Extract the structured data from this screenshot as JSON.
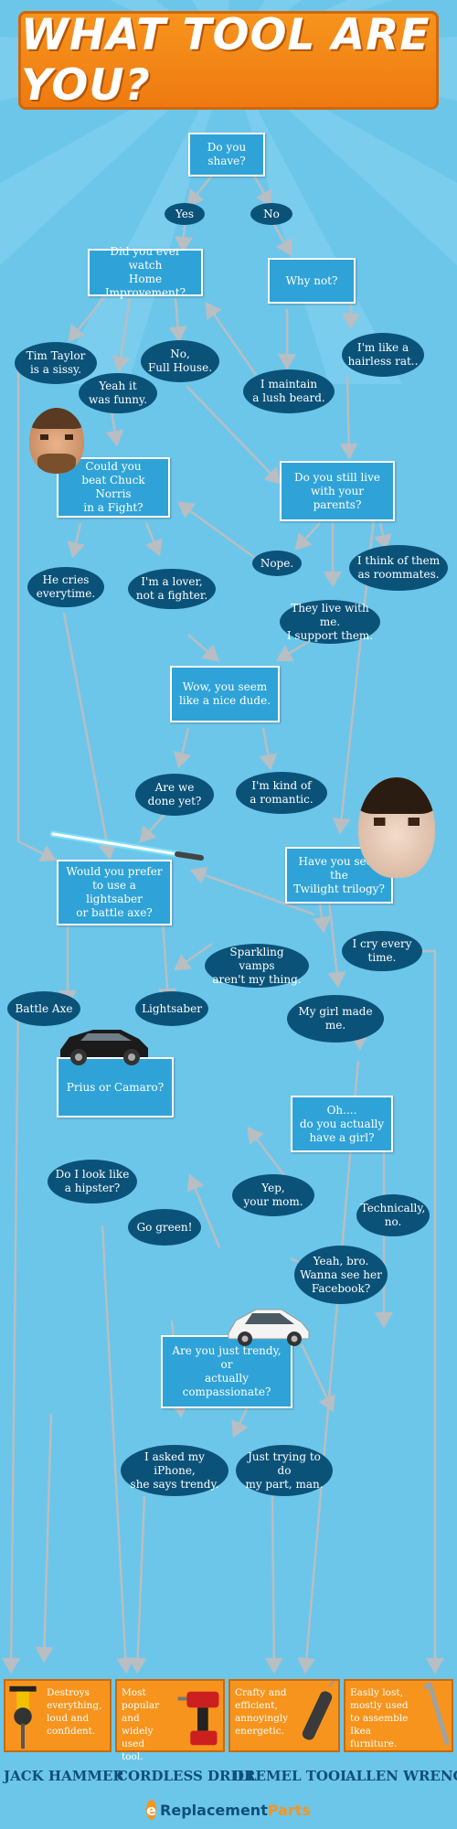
{
  "title": "WHAT TOOL ARE YOU?",
  "colors": {
    "background": "#6cc6ea",
    "box": "#2fa3d7",
    "pill": "#0b5279",
    "banner": "#f7941d",
    "tool_text": "#0e4f7c"
  },
  "boxes": {
    "shave": "Do you shave?",
    "home_improvement": "Did you ever watch\nHome Improvement?",
    "why_not": "Why not?",
    "chuck_norris": "Could you\nbeat Chuck Norris\nin a Fight?",
    "live_parents": "Do you still live\nwith your parents?",
    "nice_dude": "Wow, you seem\nlike a nice dude.",
    "lightsaber_axe": "Would you prefer\nto use a lightsaber\nor battle axe?",
    "twilight": "Have you seen the\nTwilight trilogy?",
    "prius_camaro": "Prius or Camaro?",
    "have_girl": "Oh....\ndo you actually\nhave a girl?",
    "trendy": "Are you just trendy, or\nactually compassionate?"
  },
  "answers": {
    "yes": "Yes",
    "no": "No",
    "tim_taylor": "Tim Taylor\nis a sissy.",
    "yeah_funny": "Yeah it\nwas funny.",
    "full_house": "No,\nFull House.",
    "lush_beard": "I maintain\na lush beard.",
    "hairless_rat": "I'm like a\nhairless rat..",
    "nope": "Nope.",
    "roommates": "I think of them\nas roommates.",
    "cries": "He cries\neverytime.",
    "lover": "I'm a lover,\nnot a fighter.",
    "support": "They live with me.\nI support them.",
    "done_yet": "Are we\ndone yet?",
    "romantic": "I'm kind of\na romantic.",
    "sparkling": "Sparkling vamps\naren't my thing.",
    "cry_every": "I cry every\ntime.",
    "battle_axe": "Battle Axe",
    "lightsaber": "Lightsaber",
    "girl_made": "My girl made me.",
    "hipster": "Do I look like\na hipster?",
    "go_green": "Go green!",
    "yep_mom": "Yep,\nyour mom.",
    "technically": "Technically,\nno.",
    "facebook": "Yeah, bro.\nWanna see her\nFacebook?",
    "iphone": "I asked my iPhone,\nshe says trendy.",
    "my_part": "Just trying to do\nmy part, man."
  },
  "tools": [
    {
      "name": "JACK HAMMER",
      "desc": "Destroys\neverything,\nloud and\nconfident.",
      "icon": "jackhammer-icon"
    },
    {
      "name": "CORDLESS DRILL",
      "desc": "Most\npopular and\nwidely used\ntool.",
      "icon": "drill-icon"
    },
    {
      "name": "DREMEL TOOL",
      "desc": "Crafty and\nefficient,\nannoyingly\nenergetic.",
      "icon": "dremel-icon"
    },
    {
      "name": "ALLEN WRENCH",
      "desc": "Easily lost,\nmostly used\nto assemble\nIkea furniture.",
      "icon": "allen-wrench-icon"
    }
  ],
  "logo": {
    "mark": "e",
    "text": "Replacement",
    "accent": "Parts"
  }
}
